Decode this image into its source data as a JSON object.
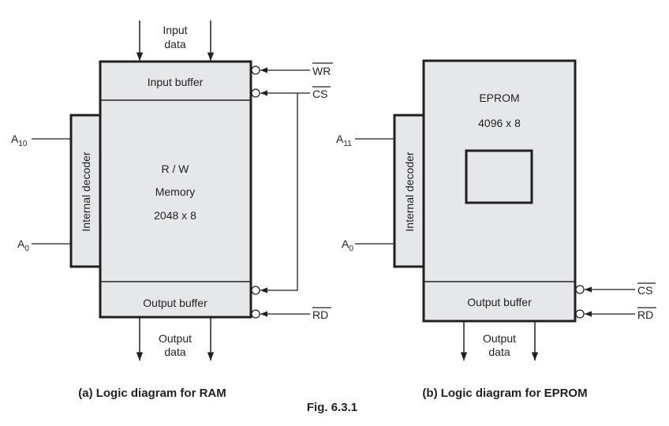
{
  "figure": {
    "caption": "Fig. 6.3.1",
    "colors": {
      "block_fill": "#e6e7e8",
      "stroke": "#231f20",
      "text": "#231f20",
      "background": "#ffffff"
    }
  },
  "ram": {
    "caption": "(a) Logic diagram for RAM",
    "input_data_label": [
      "Input",
      "data"
    ],
    "input_buffer": "Input buffer",
    "memory_lines": [
      "R / W",
      "Memory",
      "2048 x 8"
    ],
    "output_buffer": "Output buffer",
    "output_data_label": [
      "Output",
      "data"
    ],
    "decoder": "Internal decoder",
    "address_high": {
      "base": "A",
      "sub": "10"
    },
    "address_low": {
      "base": "A",
      "sub": "0"
    },
    "signals": {
      "wr": "WR",
      "cs": "CS",
      "rd": "RD"
    }
  },
  "eprom": {
    "caption": "(b) Logic diagram for EPROM",
    "memory_lines": [
      "EPROM",
      "4096 x 8"
    ],
    "output_buffer": "Output buffer",
    "output_data_label": [
      "Output",
      "data"
    ],
    "decoder": "Internal decoder",
    "address_high": {
      "base": "A",
      "sub": "11"
    },
    "address_low": {
      "base": "A",
      "sub": "0"
    },
    "signals": {
      "cs": "CS",
      "rd": "RD"
    }
  }
}
